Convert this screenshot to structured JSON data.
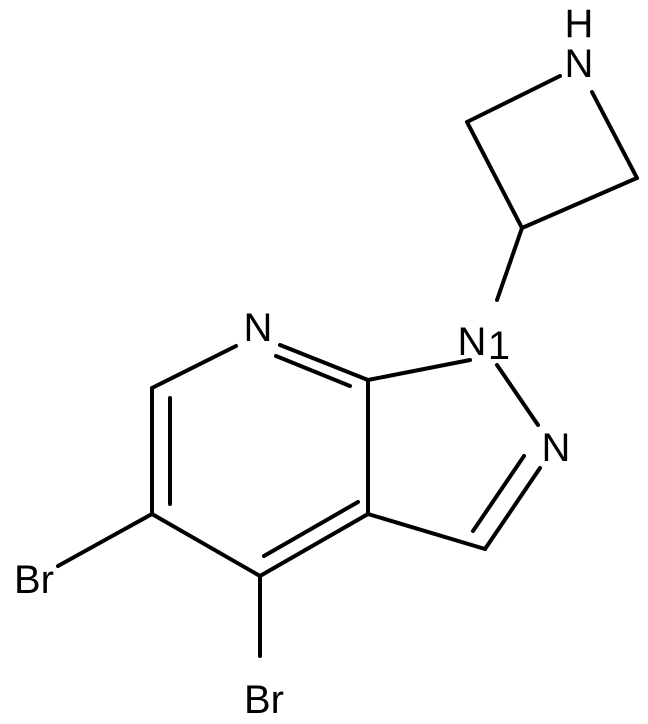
{
  "molecule": {
    "atoms": {
      "N_azetidine": "N",
      "H_azetidine": "H",
      "N_pyridine": "N",
      "N1": "N",
      "N1_locant": "1",
      "N2": "N",
      "Br_5": "Br",
      "Br_4": "Br"
    },
    "bond_color": "#000000"
  }
}
